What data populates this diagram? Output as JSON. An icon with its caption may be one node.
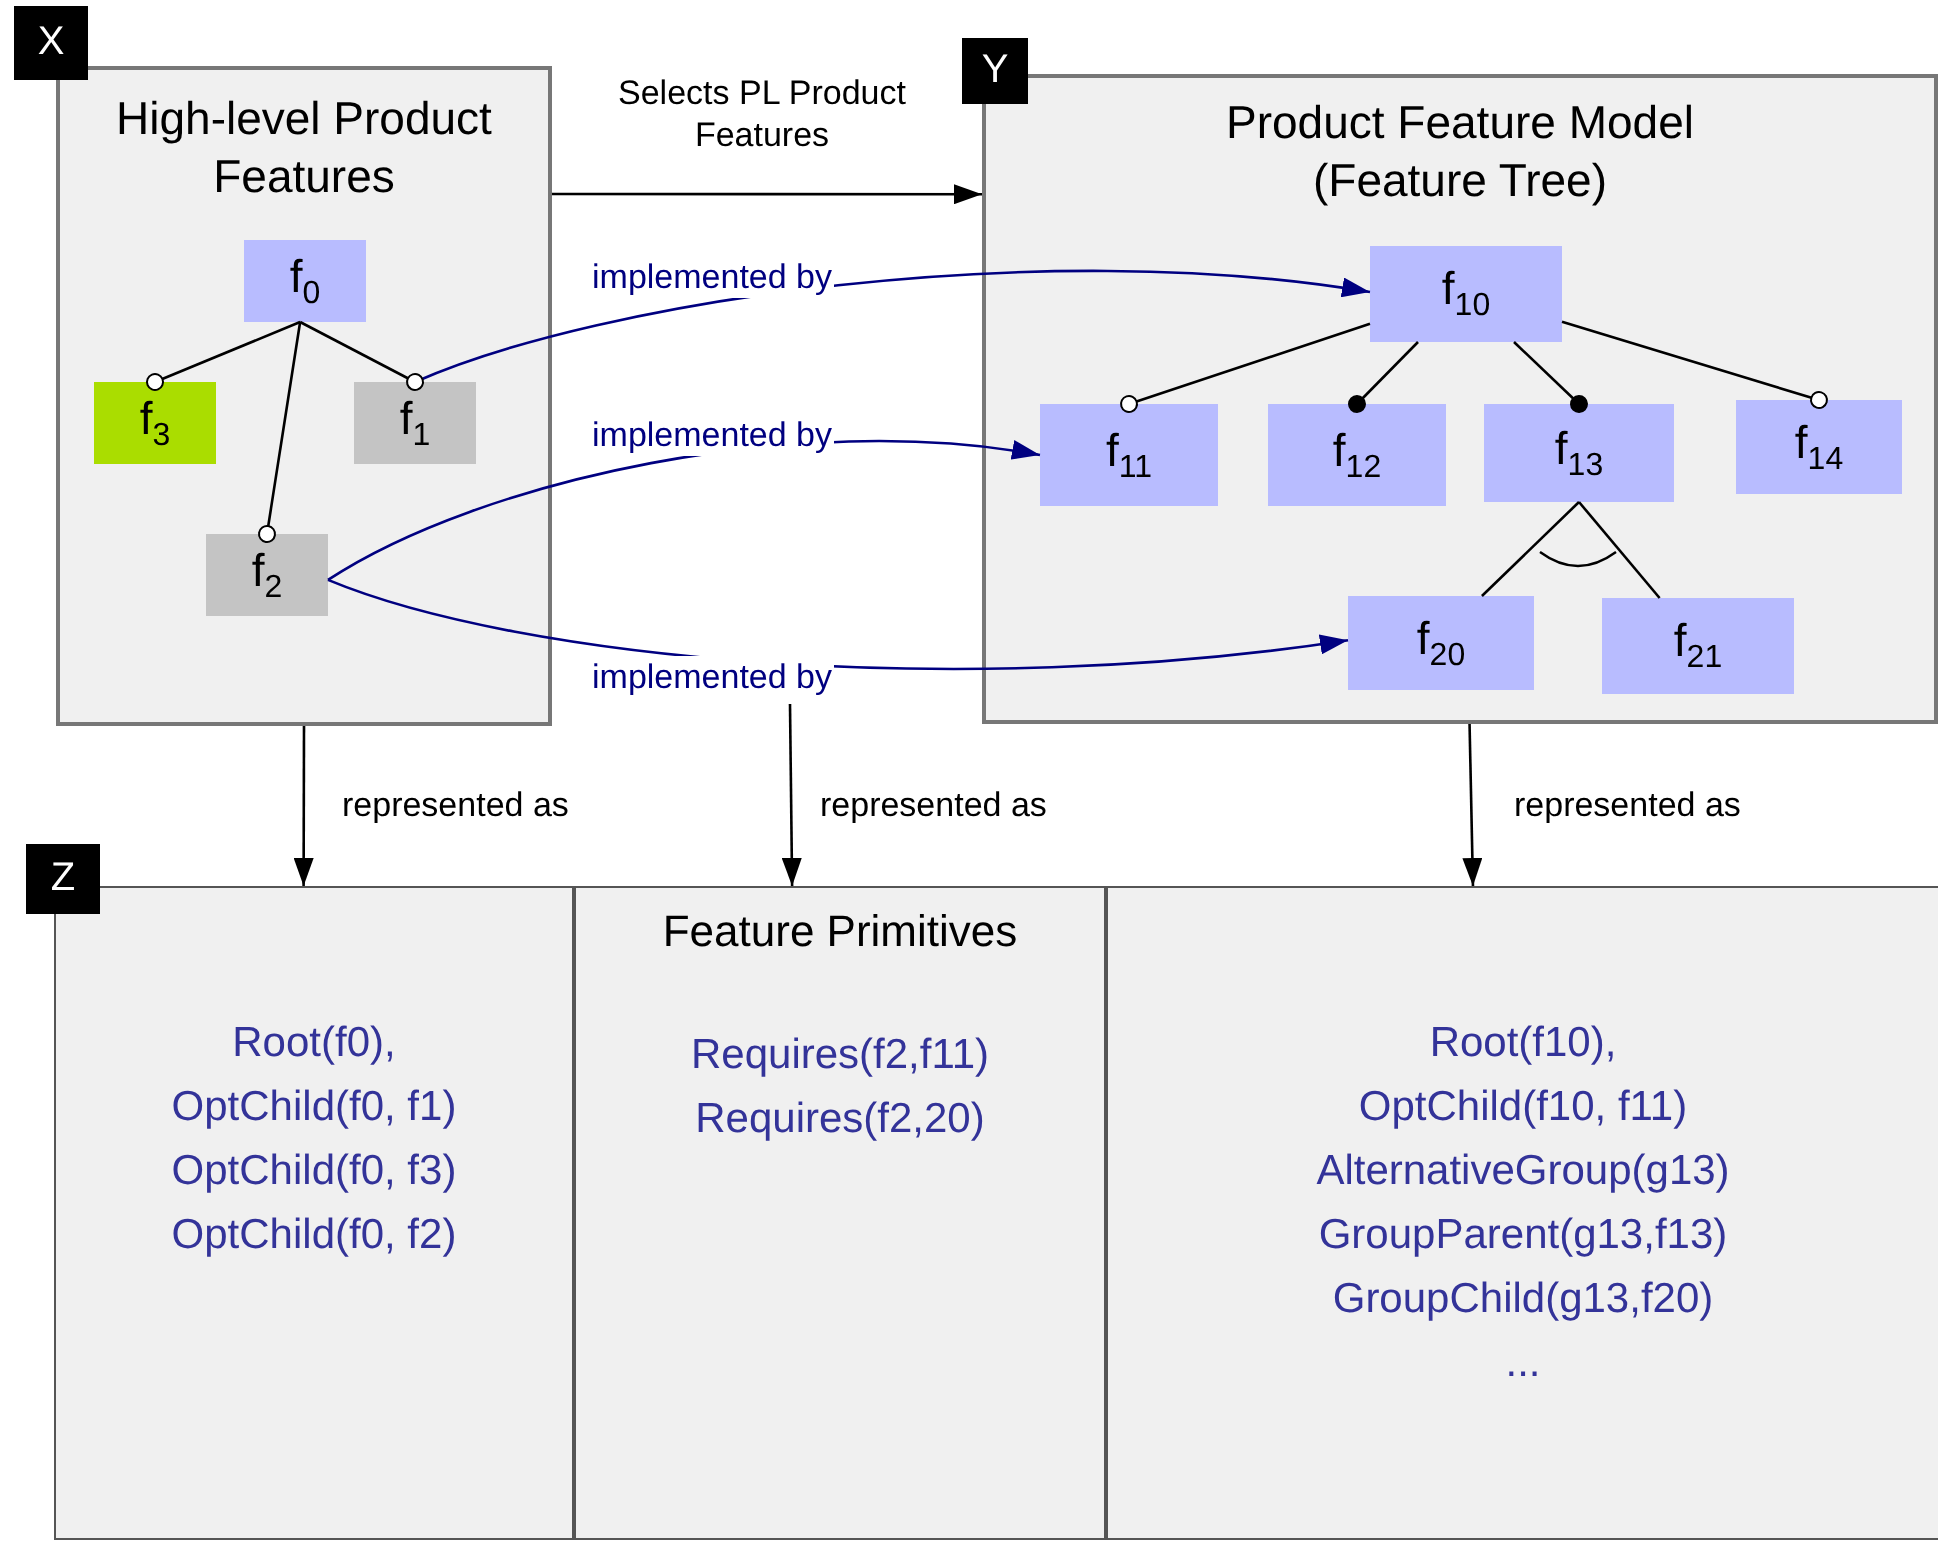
{
  "diagram": {
    "nodes": [
      {
        "text": [
          "X"
        ]
      },
      {
        "text": [
          "High-level Product Features"
        ]
      },
      {
        "text": [
          "f$_{0}$"
        ],
        "in": 1
      },
      {
        "text": [
          "f$_{3}$"
        ],
        "in": 1
      },
      {
        "text": [
          "f$_{1}$"
        ],
        "in": 1
      },
      {
        "text": [
          "f$_{2}$"
        ],
        "in": 1
      },
      {
        "text": [
          "Y"
        ]
      },
      {
        "text": [
          "Product Feature Model (Feature Tree)"
        ]
      },
      {
        "text": [
          "f$_{10}$"
        ],
        "in": 7
      },
      {
        "text": [
          "f$_{11}$"
        ],
        "in": 7
      },
      {
        "text": [
          "f$_{12}$"
        ],
        "in": 7
      },
      {
        "text": [
          "f$_{13}$"
        ],
        "in": 7
      },
      {
        "text": [
          "f$_{14}$"
        ],
        "in": 7
      },
      {
        "text": [
          "f$_{20}$"
        ],
        "in": 7
      },
      {
        "text": [
          "f$_{21}$"
        ],
        "in": 7
      },
      {
        "text": [
          "Z"
        ]
      },
      {
        "text": [
          "Root(f0),",
          "OptChild(f0, f1)",
          "OptChild(f0, f3)",
          "OptChild(f0, f2)"
        ]
      },
      {
        "text": [
          "Feature Primitives",
          "Requires(f2,f11)",
          "Requires(f2,20)"
        ]
      },
      {
        "text": [
          "Root(f10),",
          "OptChild(f10, f11)",
          "AlternativeGroup(g13)",
          "GroupParent(g13,f13)",
          "GroupChild(g13,f20)",
          "..."
        ]
      }
    ],
    "edges": [
      {
        "from": 1,
        "to": 7,
        "arrow": "to",
        "label": "Selects PL Product Features"
      },
      {
        "from": 4,
        "to": 8,
        "arrow": "to",
        "label": "implemented by",
        "color": "#000080"
      },
      {
        "from": 5,
        "to": 9,
        "arrow": "to",
        "label": "implemented by",
        "color": "#000080"
      },
      {
        "from": 5,
        "to": 13,
        "arrow": "to",
        "label": "implemented by",
        "color": "#000080"
      },
      {
        "from": 2,
        "to": 3,
        "arrow": "other"
      },
      {
        "from": 2,
        "to": 4,
        "arrow": "other"
      },
      {
        "from": 2,
        "to": 5,
        "arrow": "other"
      },
      {
        "from": 8,
        "to": 9,
        "arrow": "other"
      },
      {
        "from": 8,
        "to": 10,
        "arrow": "other"
      },
      {
        "from": 8,
        "to": 11,
        "arrow": "other"
      },
      {
        "from": 8,
        "to": 12,
        "arrow": "other"
      },
      {
        "from": 11,
        "to": 13,
        "arrow": "none"
      },
      {
        "from": 11,
        "to": 14,
        "arrow": "none"
      },
      {
        "from": 1,
        "to": 16,
        "arrow": "to",
        "label": "represented as"
      },
      {
        "from": null,
        "to": 17,
        "arrow": "to",
        "label": "represented as"
      },
      {
        "from": 7,
        "to": 18,
        "arrow": "to",
        "label": "represented as"
      }
    ]
  }
}
